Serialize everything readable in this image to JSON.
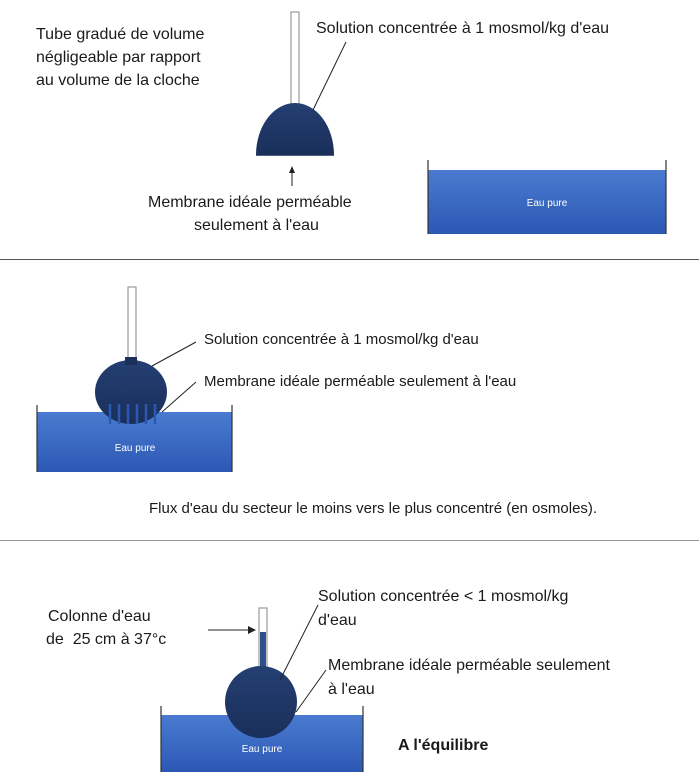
{
  "panel1": {
    "tube_label_l1": "Tube gradué de volume",
    "tube_label_l2": "négligeable par rapport",
    "tube_label_l3": "au volume de la cloche",
    "solution_label": "Solution concentrée à 1 mosmol/kg d'eau",
    "membrane_label_l1": "Membrane idéale perméable",
    "membrane_label_l2": "seulement à l'eau",
    "tank_label": "Eau pure"
  },
  "panel2": {
    "solution_label": "Solution concentrée à 1 mosmol/kg d'eau",
    "membrane_label": "Membrane idéale perméable seulement à l'eau",
    "tank_label": "Eau pure",
    "flux_text": "Flux d'eau du secteur le moins vers le plus concentré (en osmoles)."
  },
  "panel3": {
    "column_label_l1": "Colonne d'eau",
    "column_label_l2": "de  25 cm à 37°c",
    "solution_label_l1": "Solution concentrée < 1 mosmol/kg",
    "solution_label_l2": "d'eau",
    "membrane_label_l1": "Membrane idéale perméable seulement",
    "membrane_label_l2": "à l'eau",
    "tank_label": "Eau pure",
    "equilibrium_label": "A l'équilibre"
  },
  "colors": {
    "bell": "#1f3868",
    "water_top": "#4472c4",
    "water_bottom": "#2e59b0",
    "water_column": "#2f4f8f"
  }
}
